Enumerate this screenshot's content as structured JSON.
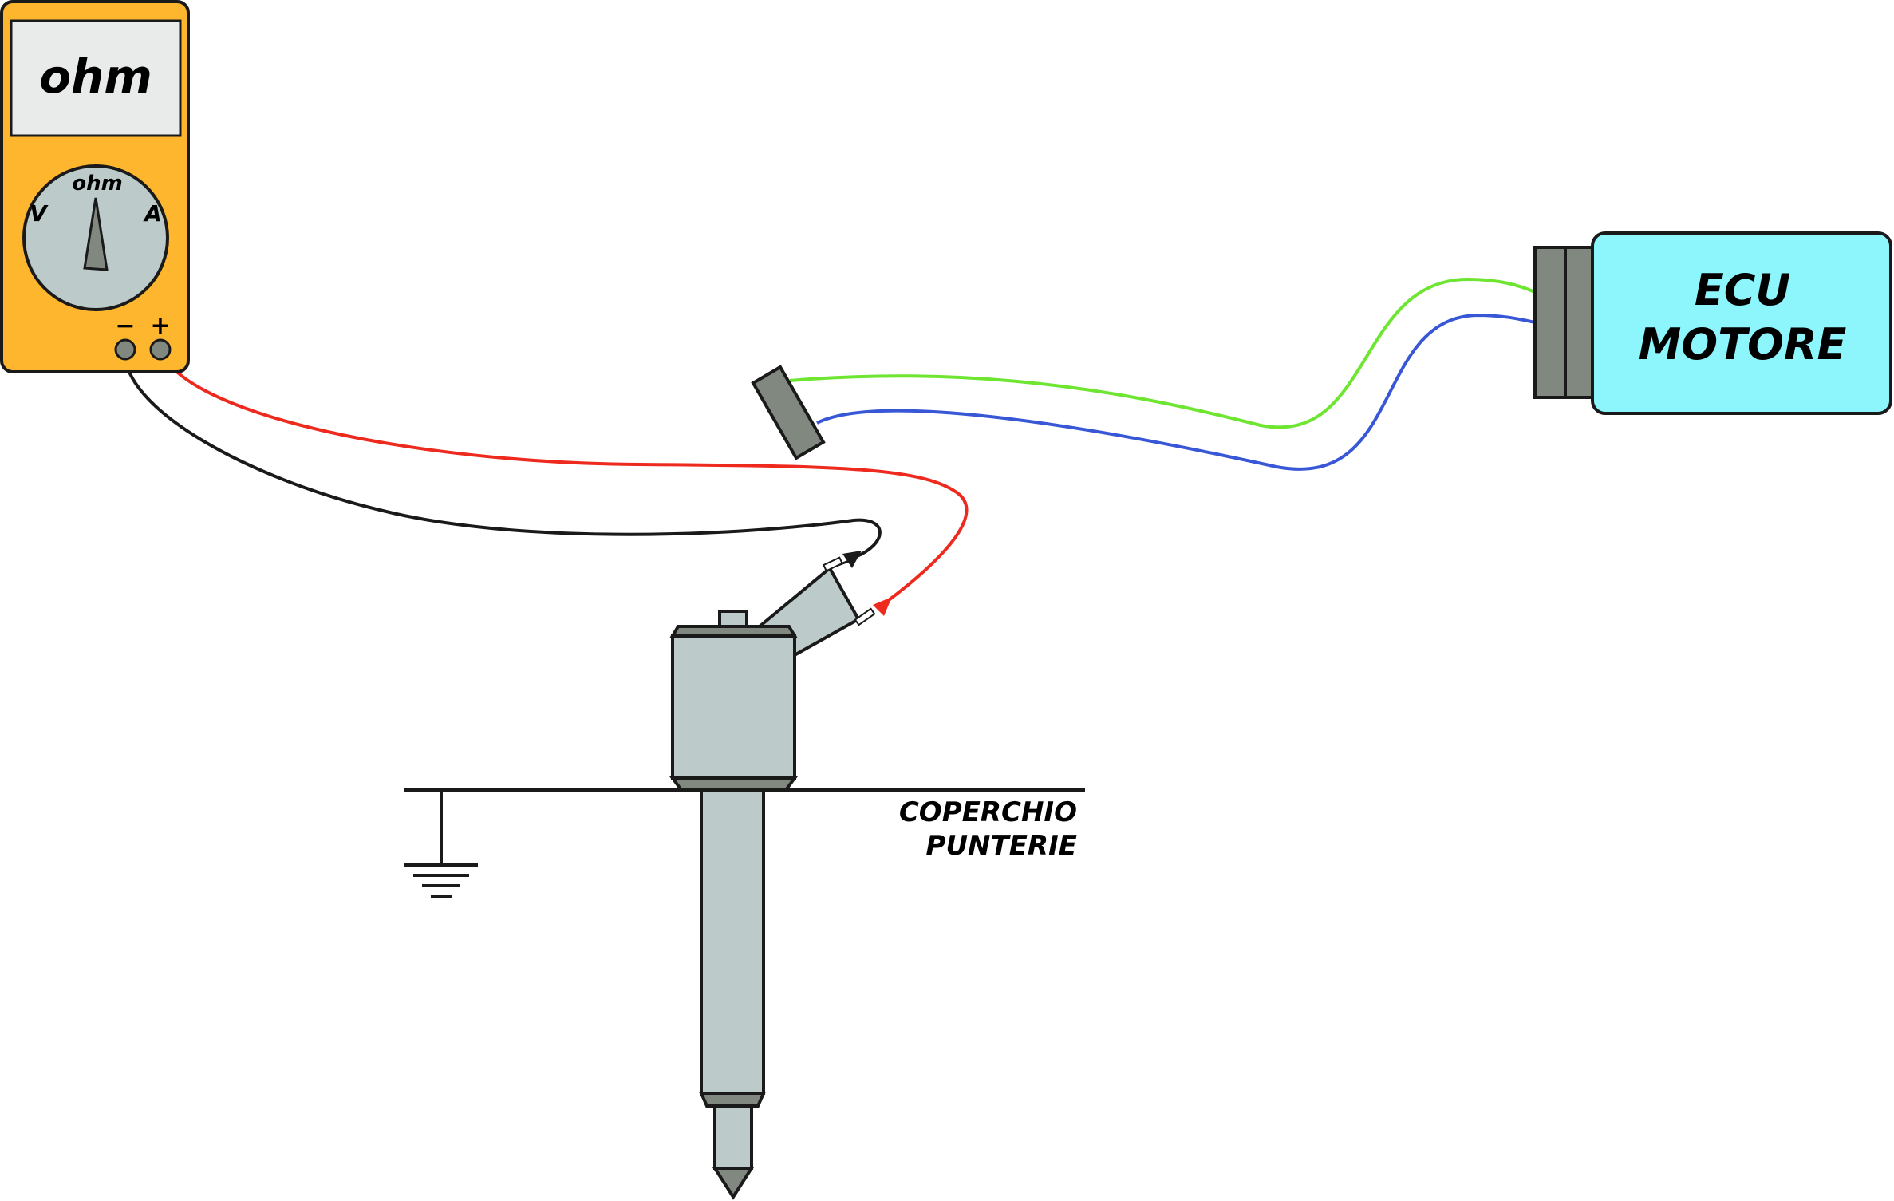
{
  "multimeter": {
    "display_text": "ohm",
    "dial_label_top": "ohm",
    "dial_label_left": "V",
    "dial_label_right": "A",
    "terminal_minus": "−",
    "terminal_plus": "+",
    "body_color": "#FDB62E"
  },
  "ecu": {
    "line1": "ECU",
    "line2": "MOTORE",
    "body_color": "#8CF6FC"
  },
  "surface": {
    "line1": "COPERCHIO",
    "line2": "PUNTERIE"
  },
  "wires": {
    "probe_black": "#1a1a1a",
    "probe_red": "#EE2A1E",
    "signal_green": "#6EE531",
    "signal_blue": "#3857D6"
  },
  "icons": [
    "ground-symbol-icon",
    "probe-tip-icon",
    "rotary-knob-icon"
  ]
}
